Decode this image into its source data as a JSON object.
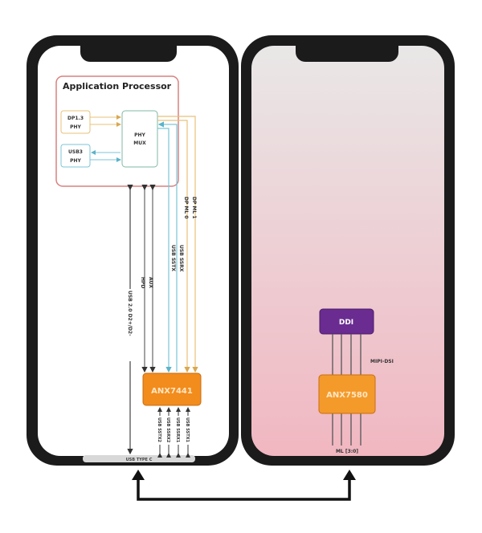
{
  "colors": {
    "orange": "#f28c1c",
    "purple": "#6a2c91",
    "blue": "#7cc6d8",
    "tan": "#e8c07a",
    "red": "#d97a7a",
    "green": "#7fb9a6"
  },
  "left": {
    "ap_title": "Application Processor",
    "dp_phy": [
      "DP1.3",
      "PHY"
    ],
    "usb3_phy": [
      "USB3",
      "PHY"
    ],
    "phy_mux": [
      "PHY",
      "MUX"
    ],
    "dp_ml1": "DP ML 1",
    "dp_ml0": "DP ML 0",
    "usb_ssrx": "USB SSRX",
    "usb_sstx": "USB SSTX",
    "aux": "AUX",
    "hpd": "HPD",
    "usb2": "USB 2.0    D2+/D2-",
    "anx7441": "ANX7441",
    "bottom_lanes": [
      "USB SSTX2",
      "USB SSRX2",
      "USB SSRX1",
      "USB SSTX1"
    ],
    "connector": "USB TYPE C"
  },
  "right": {
    "ddi": "DDI",
    "mipi": "MIPI-DSI",
    "anx7580": "ANX7580",
    "ml": "ML [3:0]"
  }
}
